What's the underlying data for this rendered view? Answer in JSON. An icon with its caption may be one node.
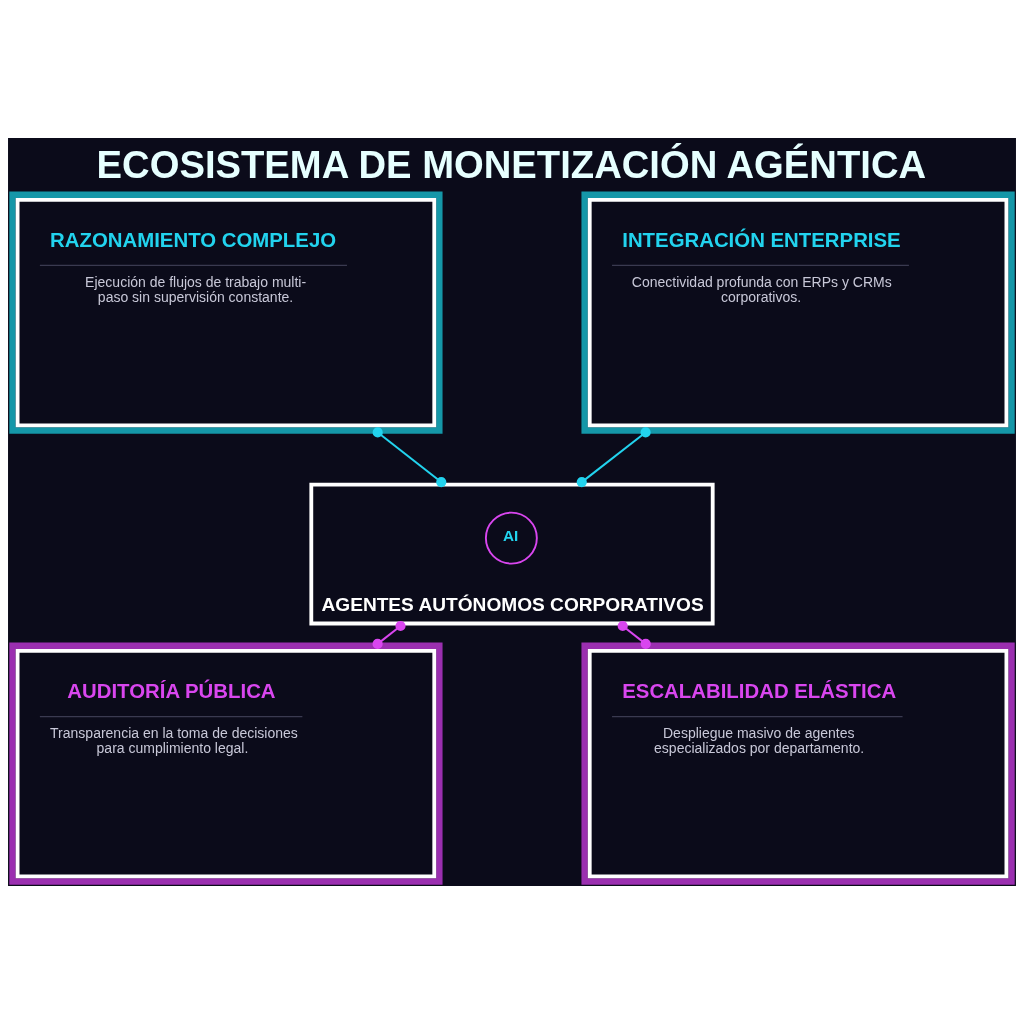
{
  "diagram": {
    "title": "ECOSISTEMA DE MONETIZACIÓN AGÉNTICA",
    "nodes": [
      {
        "text": [
          "RAZONAMIENTO COMPLEJO",
          "Ejecución de flujos de trabajo multi-paso sin supervisión constante."
        ]
      },
      {
        "text": [
          "INTEGRACIÓN ENTERPRISE",
          "Conectividad profunda con ERPs y CRMs corporativos."
        ]
      },
      {
        "text": [
          "AGENTES AUTÓNOMOS CORPORATIVOS"
        ]
      },
      {
        "text": [
          "AI"
        ],
        "in": 2
      },
      {
        "text": [
          "AUDITORÍA PÚBLICA",
          "Transparencia en la toma de decisiones para cumplimiento legal."
        ]
      },
      {
        "text": [
          "ESCALABILIDAD ELÁSTICA",
          "Despliegue masivo de agentes especializados por departamento."
        ]
      }
    ],
    "edges": [
      {
        "from": 0,
        "to": 2,
        "arrow": "other",
        "color": "#22d3ee"
      },
      {
        "from": 1,
        "to": 2,
        "arrow": "other",
        "color": "#22d3ee"
      },
      {
        "from": 2,
        "to": 4,
        "arrow": "other",
        "color": "#d946ef"
      },
      {
        "from": 2,
        "to": 5,
        "arrow": "other",
        "color": "#d946ef"
      }
    ]
  }
}
